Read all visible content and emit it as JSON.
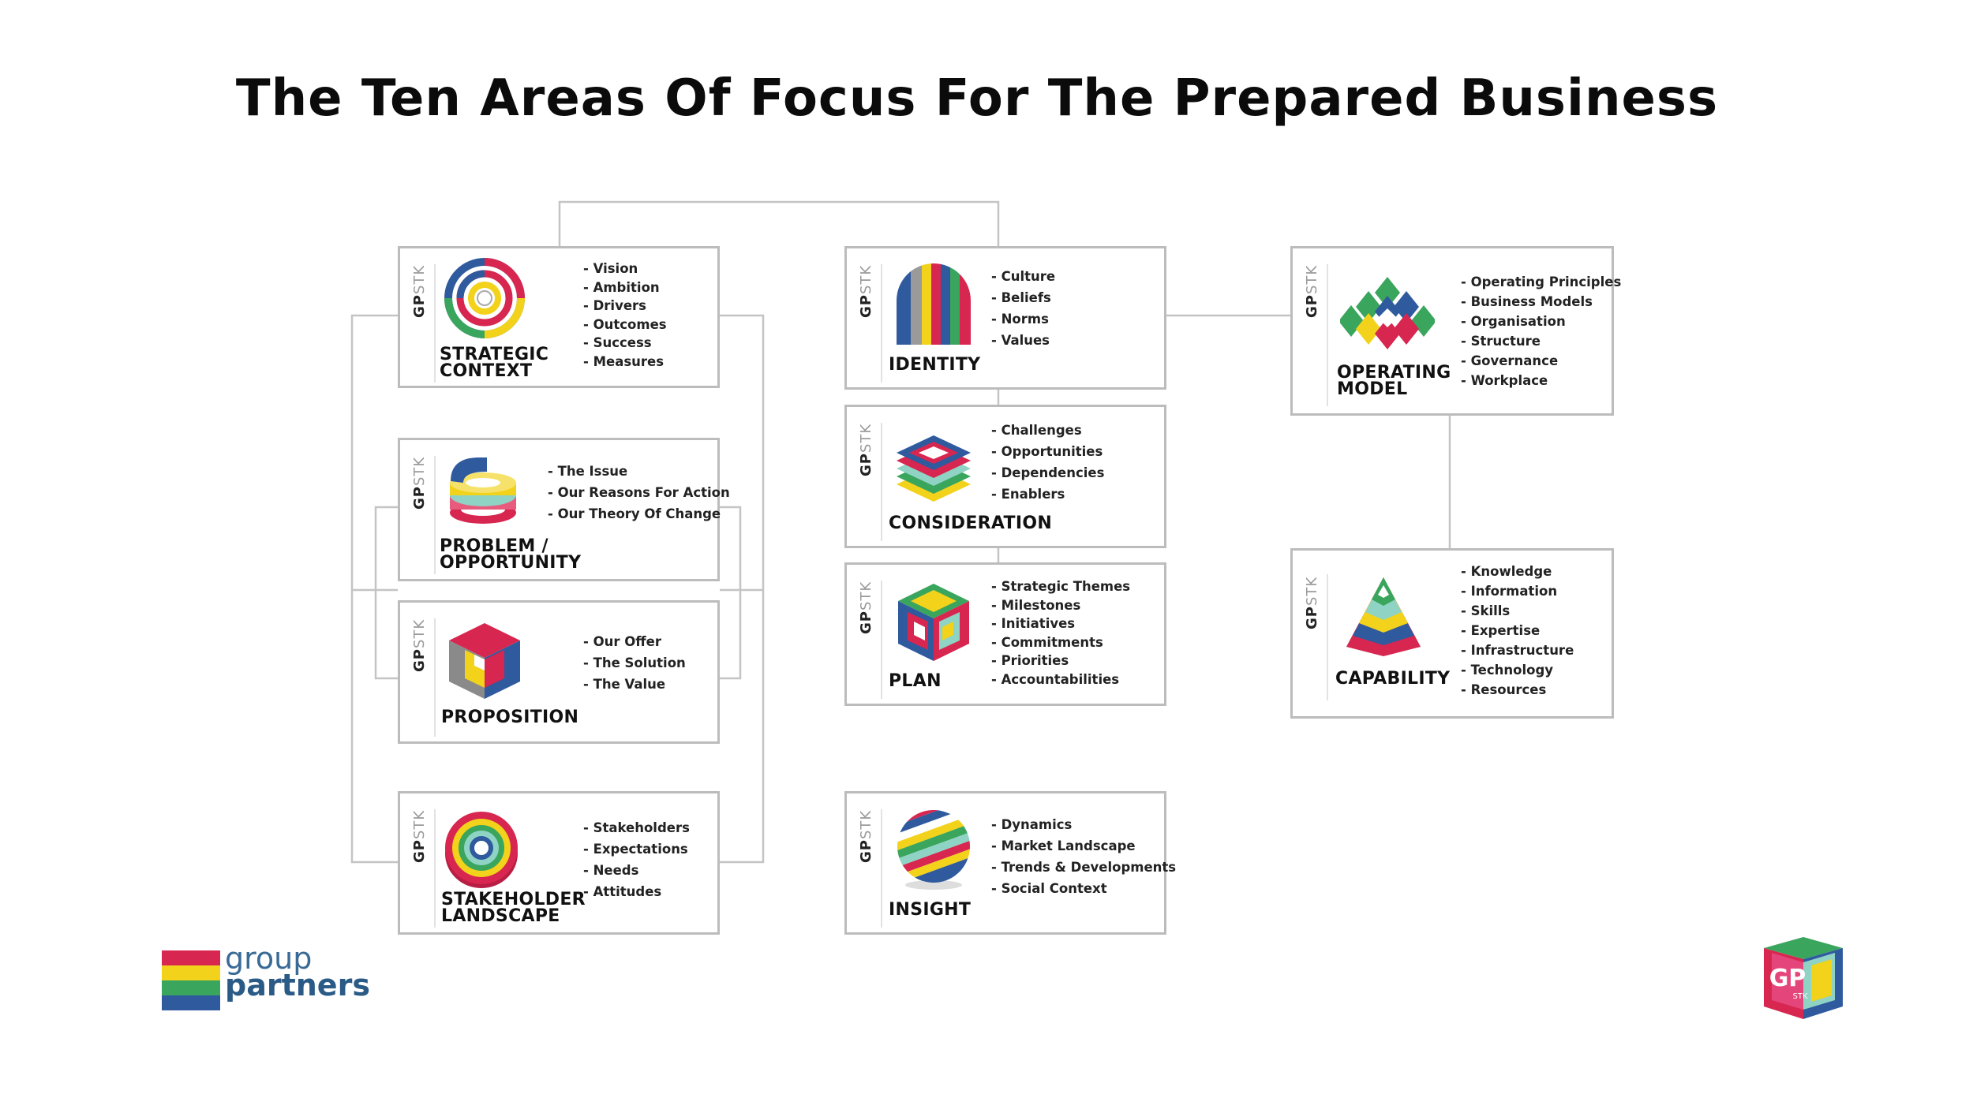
{
  "title": "The Ten Areas Of Focus For The Prepared Business",
  "brand": {
    "gp": "GP",
    "stk": "STK"
  },
  "cards": {
    "strategic": {
      "title": "STRATEGIC CONTEXT",
      "items": [
        "- Vision",
        "- Ambition",
        "- Drivers",
        "- Outcomes",
        "- Success",
        "- Measures"
      ]
    },
    "problem": {
      "title": "PROBLEM / OPPORTUNITY",
      "items": [
        "- The Issue",
        "- Our Reasons For Action",
        "- Our Theory Of Change"
      ]
    },
    "proposition": {
      "title": "PROPOSITION",
      "items": [
        "- Our Offer",
        "- The Solution",
        "- The Value"
      ]
    },
    "stakeholder": {
      "title": "STAKEHOLDER LANDSCAPE",
      "items": [
        "- Stakeholders",
        "- Expectations",
        "- Needs",
        "- Attitudes"
      ]
    },
    "identity": {
      "title": "IDENTITY",
      "items": [
        "- Culture",
        "- Beliefs",
        "- Norms",
        "- Values"
      ]
    },
    "consideration": {
      "title": "CONSIDERATION",
      "items": [
        "- Challenges",
        "- Opportunities",
        "- Dependencies",
        "- Enablers"
      ]
    },
    "plan": {
      "title": "PLAN",
      "items": [
        "- Strategic Themes",
        "- Milestones",
        "- Initiatives",
        "- Commitments",
        "- Priorities",
        "- Accountabilities"
      ]
    },
    "insight": {
      "title": "INSIGHT",
      "items": [
        "- Dynamics",
        "- Market Landscape",
        "- Trends & Developments",
        "- Social Context"
      ]
    },
    "operating": {
      "title": "OPERATING MODEL",
      "items": [
        "- Operating Principles",
        "- Business Models",
        "- Organisation",
        "- Structure",
        "- Governance",
        "- Workplace"
      ]
    },
    "capability": {
      "title": "CAPABILITY",
      "items": [
        "- Knowledge",
        "- Information",
        "- Skills",
        "- Expertise",
        "- Infrastructure",
        "- Technology",
        "- Resources"
      ]
    }
  },
  "logo": {
    "line1": "group",
    "line2": "partners",
    "cube_letters": "GP",
    "cube_sub": "STK"
  },
  "colors": {
    "red": "#d7264f",
    "blue": "#2f5a9e",
    "yellow": "#f2d21a",
    "green": "#3aa55d",
    "teal": "#8fd3c4",
    "border": "#bcbcbc",
    "connector": "#c4c4c4"
  }
}
